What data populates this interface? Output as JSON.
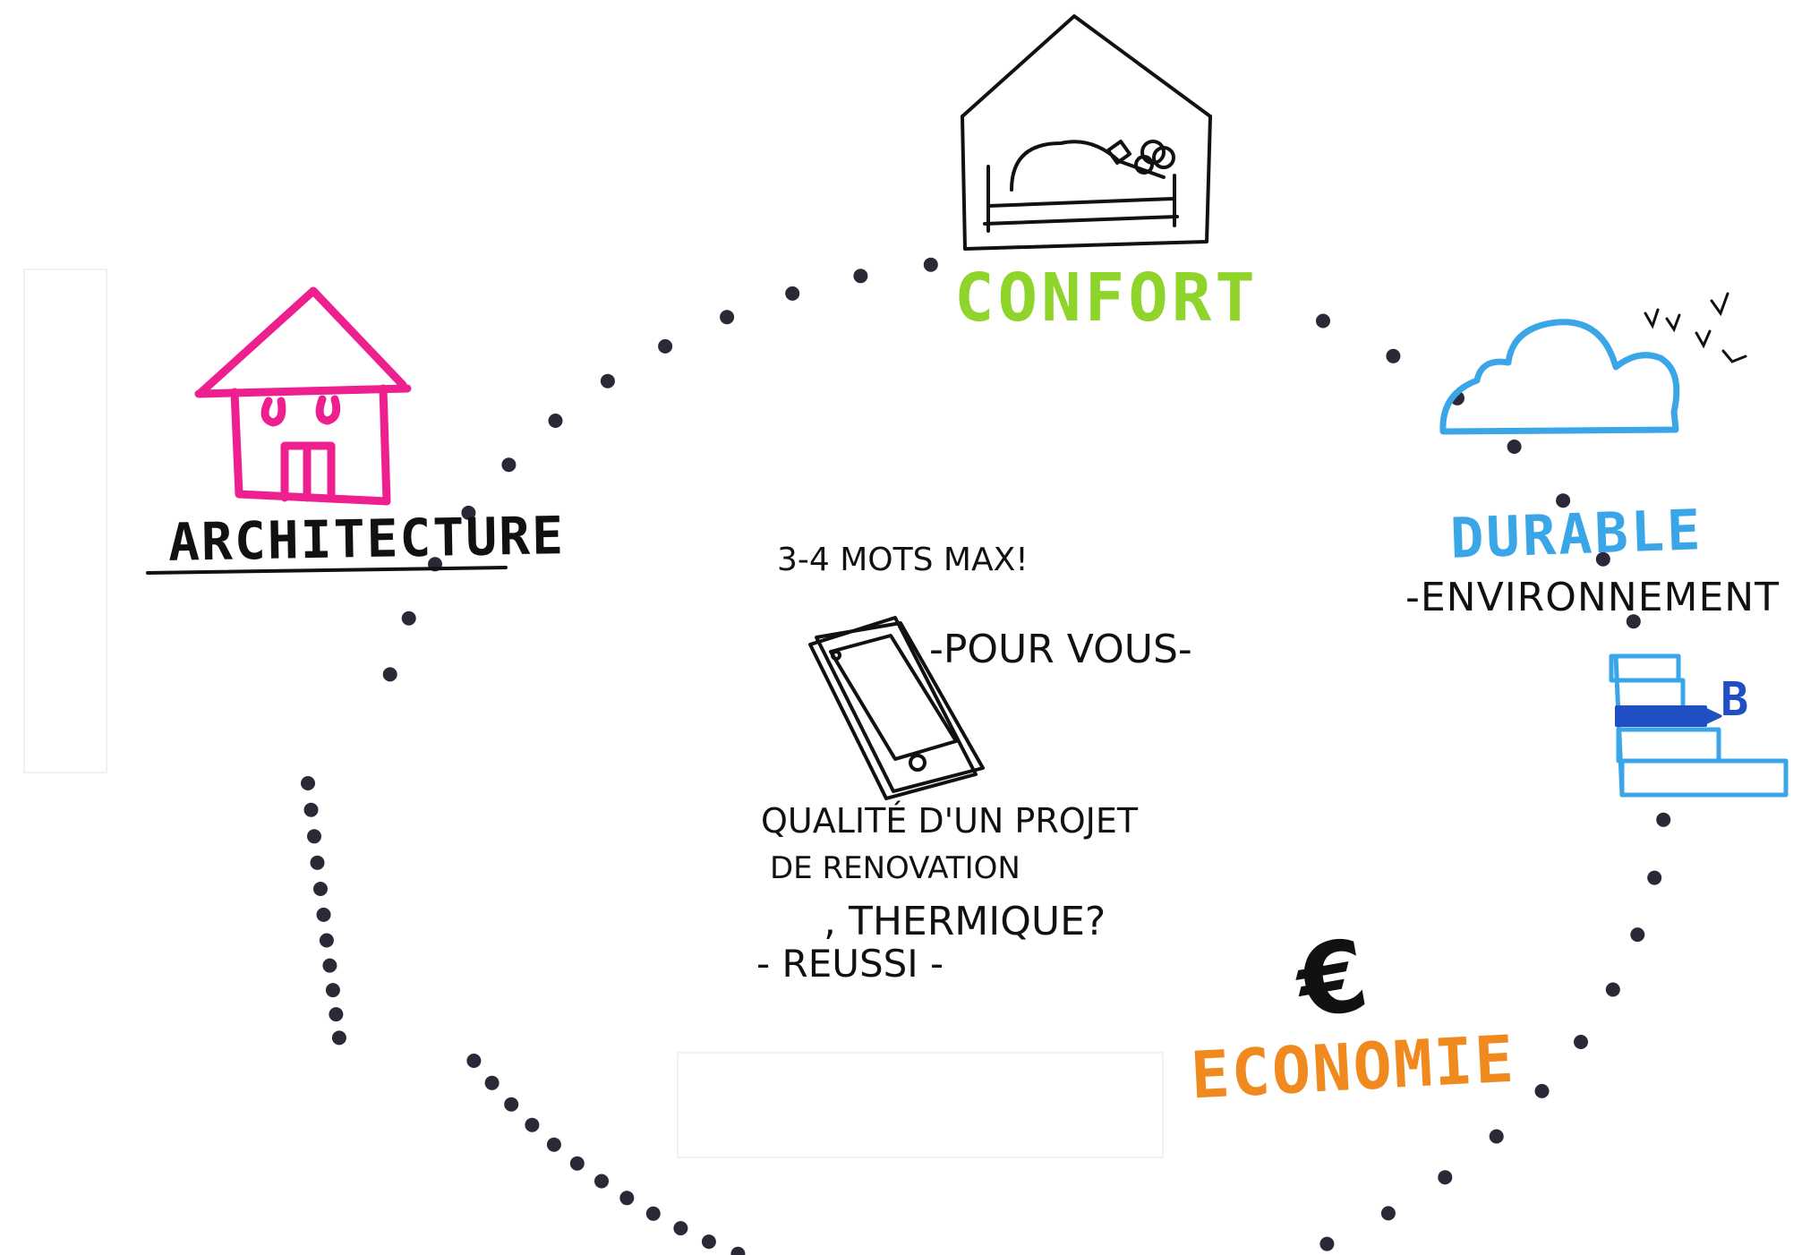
{
  "labels": {
    "architecture": "ARCHITECTURE",
    "confort": "CONFORT",
    "durable": "DURABLE",
    "environnement": "-ENVIRONNEMENT",
    "economie": "ECONOMIE",
    "euro": "€",
    "energy_class": "B"
  },
  "center": {
    "note": "3-4 MOTS MAX!",
    "pour_vous": "-POUR VOUS-",
    "question_line1": "QUALITÉ D'UN PROJET",
    "question_line2": "DE RENOVATION",
    "question_line3": ", THERMIQUE?",
    "reussi": "- REUSSI -"
  },
  "colors": {
    "architecture": "#ee1f8f",
    "confort": "#8fd42a",
    "durable": "#3aa6e8",
    "energy_dark": "#1f4fc2",
    "economie": "#f08a1e",
    "ink": "#111111",
    "dots": "#2c2838"
  },
  "icons": [
    "house-icon",
    "bedroom-house-icon",
    "cloud-icon",
    "smartphone-icon",
    "energy-label-icon",
    "euro-icon"
  ]
}
